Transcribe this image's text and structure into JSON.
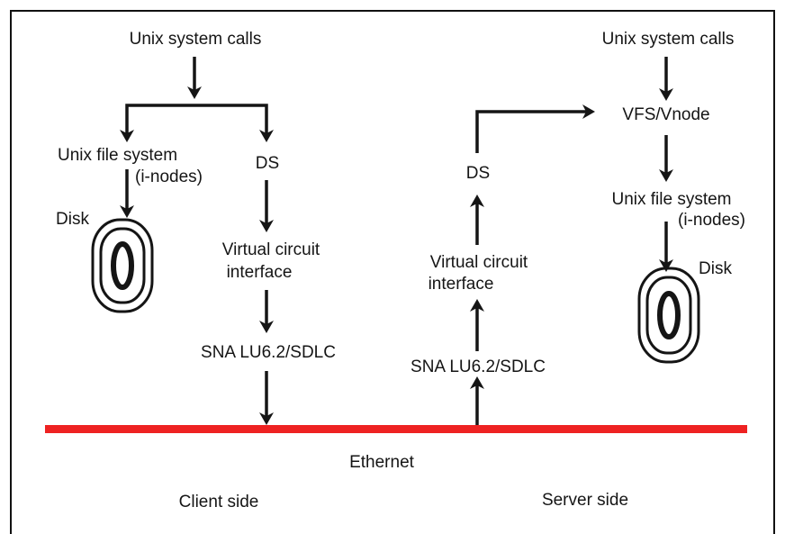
{
  "colors": {
    "ink": "#151515",
    "ethernet": "#ee2222"
  },
  "client": {
    "syscalls": "Unix system calls",
    "ufs_line1": "Unix file system",
    "ufs_line2": "(i-nodes)",
    "disk": "Disk",
    "ds": "DS",
    "vci_line1": "Virtual circuit",
    "vci_line2": "interface",
    "sna": "SNA LU6.2/SDLC",
    "side_label": "Client side"
  },
  "server": {
    "syscalls": "Unix system calls",
    "vfs": "VFS/Vnode",
    "ds": "DS",
    "ufs_line1": "Unix file system",
    "ufs_line2": "(i-nodes)",
    "disk": "Disk",
    "vci_line1": "Virtual circuit",
    "vci_line2": "interface",
    "sna": "SNA LU6.2/SDLC",
    "side_label": "Server side"
  },
  "network": {
    "label": "Ethernet"
  }
}
